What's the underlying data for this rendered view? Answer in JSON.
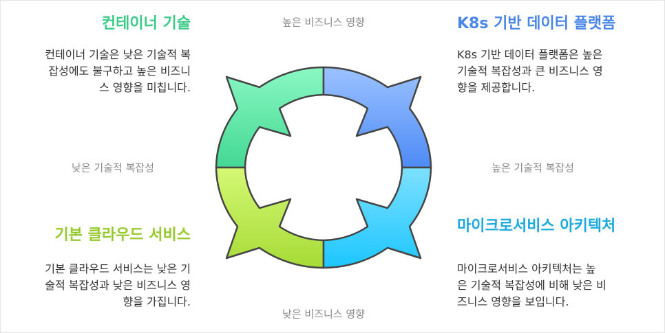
{
  "quadrants": {
    "top_left": {
      "title": "컨테이너 기술",
      "color": "#3ccb86",
      "lines": [
        "컨테이너 기술은 낮은 기술적 복",
        "잡성에도 불구하고 높은 비즈니",
        "스 영향을 미칩니다."
      ]
    },
    "top_right": {
      "title": "K8s 기반 데이터 플랫폼",
      "color": "#4a86e8",
      "lines": [
        "K8s 기반 데이터 플랫폼은 높은",
        "기술적 복잡성과 큰 비즈니스 영",
        "향을 제공합니다."
      ]
    },
    "bottom_left": {
      "title": "기본 클라우드 서비스",
      "color": "#95c92c",
      "lines": [
        "기본 클라우드 서비스는 낮은 기",
        "술적 복잡성과 낮은 비즈니스 영",
        "향을 가집니다."
      ]
    },
    "bottom_right": {
      "title": "마이크로서비스 아키텍처",
      "color": "#1ba9de",
      "lines": [
        "마이크로서비스 아키텍처는 높",
        "은 기술적 복잡성에 비해 낮은 비",
        "즈니스 영향을 보입니다."
      ]
    }
  },
  "axes": {
    "top": "높은 비즈니스 영향",
    "bottom": "낮은 비즈니스 영향",
    "left": "낮은 기술적 복잡성",
    "right": "높은 기술적 복잡성"
  }
}
